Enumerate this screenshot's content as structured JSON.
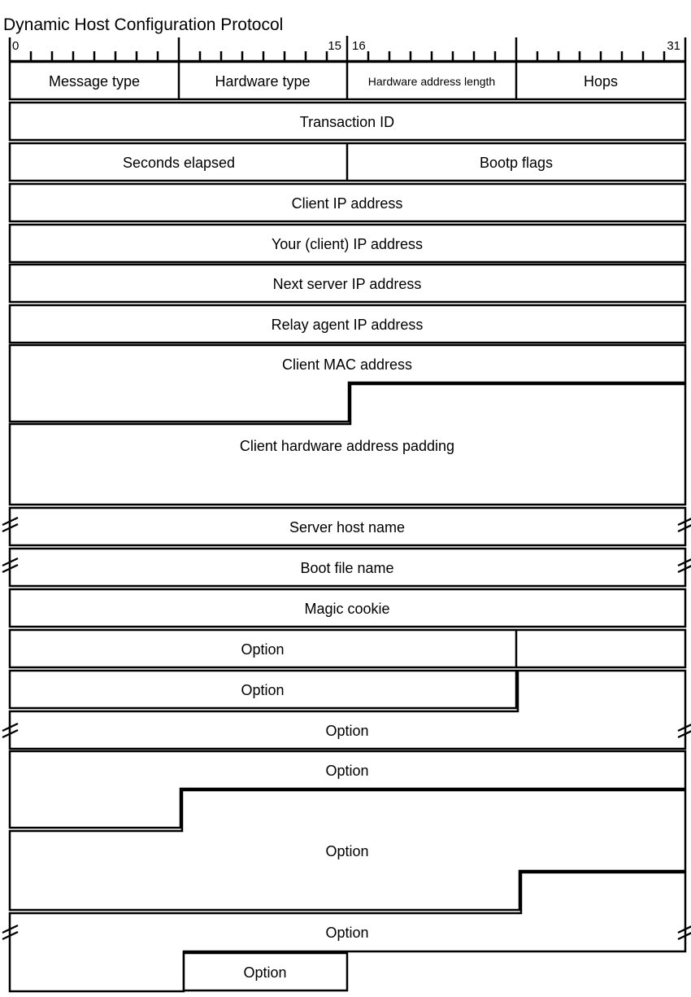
{
  "title": "Dynamic Host Configuration Protocol",
  "ruler": {
    "start_bit": "0",
    "mid_left_bit": "15",
    "mid_right_bit": "16",
    "end_bit": "31"
  },
  "fields": {
    "message_type": "Message type",
    "hardware_type": "Hardware type",
    "hardware_address_length": "Hardware address length",
    "hops": "Hops",
    "transaction_id": "Transaction ID",
    "seconds_elapsed": "Seconds elapsed",
    "bootp_flags": "Bootp flags",
    "client_ip": "Client IP address",
    "your_client_ip": "Your (client) IP address",
    "next_server_ip": "Next server IP address",
    "relay_agent_ip": "Relay agent IP address",
    "client_mac": "Client MAC address",
    "client_hw_padding": "Client hardware address padding",
    "server_host_name": "Server host name",
    "boot_file_name": "Boot file name",
    "magic_cookie": "Magic cookie",
    "option_1": "Option",
    "option_2": "Option",
    "option_3": "Option",
    "option_4": "Option",
    "option_5": "Option",
    "option_6": "Option",
    "option_7": "Option"
  },
  "colors": {
    "line": "#000000",
    "background": "#ffffff"
  }
}
